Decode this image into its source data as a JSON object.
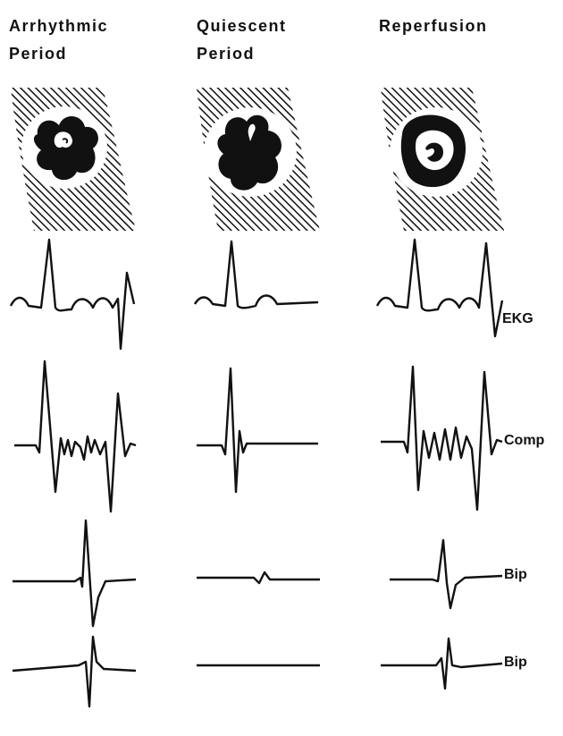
{
  "columns": [
    {
      "title_line1": "Arrhythmic",
      "title_line2": "Period"
    },
    {
      "title_line1": "Quiescent",
      "title_line2": "Period"
    },
    {
      "title_line1": "Reperfusion",
      "title_line2": ""
    }
  ],
  "row_labels": {
    "ekg": "EKG",
    "comp": "Comp",
    "bip1": "Bip",
    "bip2": "Bip"
  },
  "colors": {
    "ink": "#111111",
    "background": "#ffffff"
  }
}
